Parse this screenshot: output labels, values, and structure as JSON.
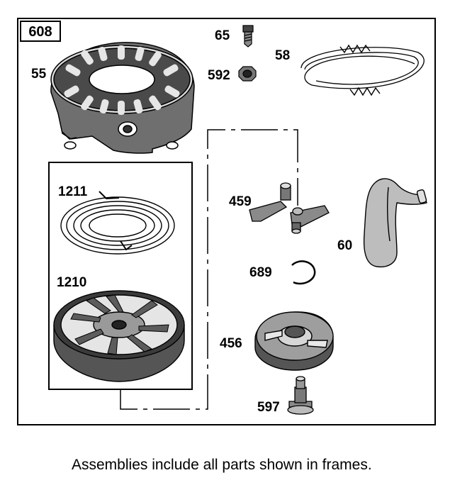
{
  "diagram": {
    "assembly_number": "608",
    "parts": {
      "p55": "55",
      "p65": "65",
      "p592": "592",
      "p58": "58",
      "p1211": "1211",
      "p1210": "1210",
      "p459": "459",
      "p60": "60",
      "p689": "689",
      "p456": "456",
      "p597": "597"
    }
  },
  "footnote": "Assemblies include all parts shown in frames."
}
